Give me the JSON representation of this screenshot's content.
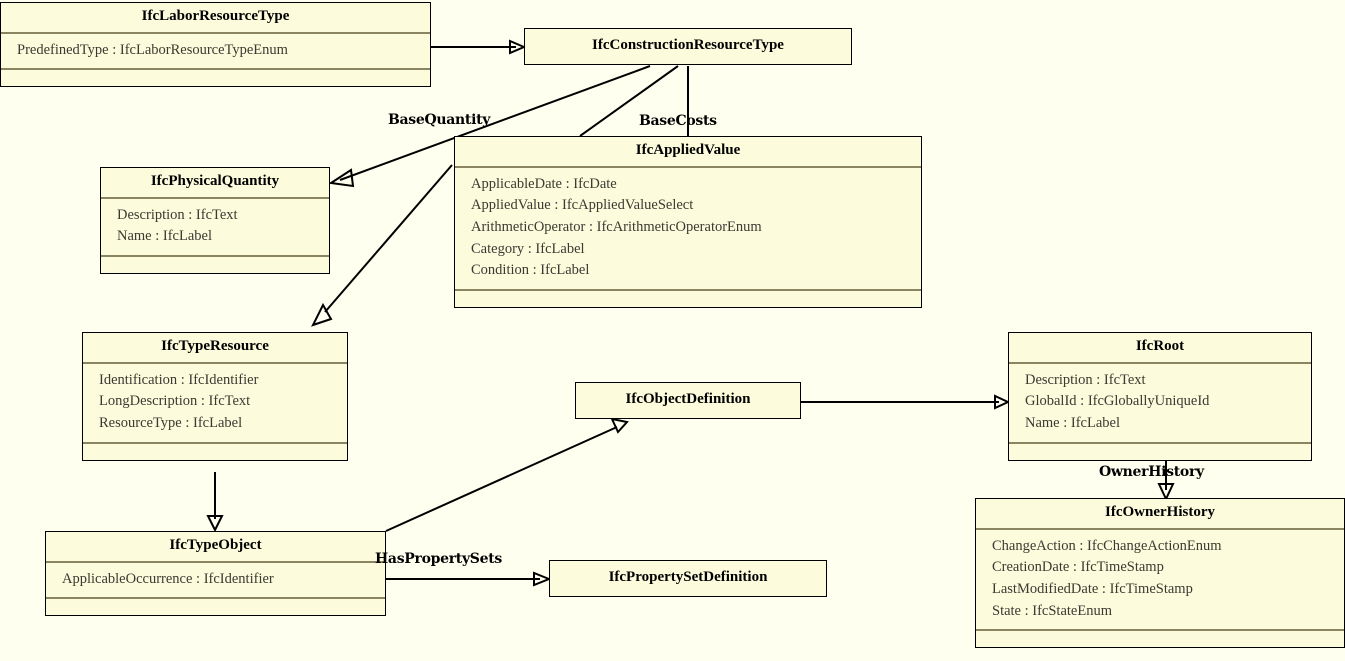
{
  "diagram": {
    "type": "uml-class-diagram",
    "title": "IFC Labor Resource Type class diagram",
    "background_color": "#fffff0",
    "class_fill_color": "#fcfbdc",
    "class_border_color": "#000000",
    "separator_color": "#8a8560"
  },
  "classes": [
    {
      "id": "IfcLaborResourceType",
      "name": "IfcLaborResourceType",
      "attributes": [
        "PredefinedType : IfcLaborResourceTypeEnum"
      ],
      "operations": []
    },
    {
      "id": "IfcConstructionResourceType",
      "name": "IfcConstructionResourceType",
      "attributes": [],
      "operations": []
    },
    {
      "id": "IfcAppliedValue",
      "name": "IfcAppliedValue",
      "attributes": [
        "ApplicableDate : IfcDate",
        "AppliedValue : IfcAppliedValueSelect",
        "ArithmeticOperator : IfcArithmeticOperatorEnum",
        "Category : IfcLabel",
        "Condition : IfcLabel"
      ],
      "operations": []
    },
    {
      "id": "IfcPhysicalQuantity",
      "name": "IfcPhysicalQuantity",
      "attributes": [
        "Description : IfcText",
        "Name : IfcLabel"
      ],
      "operations": []
    },
    {
      "id": "IfcTypeResource",
      "name": "IfcTypeResource",
      "attributes": [
        "Identification : IfcIdentifier",
        "LongDescription : IfcText",
        "ResourceType : IfcLabel"
      ],
      "operations": []
    },
    {
      "id": "IfcObjectDefinition",
      "name": "IfcObjectDefinition",
      "attributes": [],
      "operations": []
    },
    {
      "id": "IfcRoot",
      "name": "IfcRoot",
      "attributes": [
        "Description : IfcText",
        "GlobalId : IfcGloballyUniqueId",
        "Name : IfcLabel"
      ],
      "operations": []
    },
    {
      "id": "IfcOwnerHistory",
      "name": "IfcOwnerHistory",
      "attributes": [
        "ChangeAction : IfcChangeActionEnum",
        "CreationDate : IfcTimeStamp",
        "LastModifiedDate : IfcTimeStamp",
        "State : IfcStateEnum"
      ],
      "operations": []
    },
    {
      "id": "IfcTypeObject",
      "name": "IfcTypeObject",
      "attributes": [
        "ApplicableOccurrence : IfcIdentifier"
      ],
      "operations": []
    },
    {
      "id": "IfcPropertySetDefinition",
      "name": "IfcPropertySetDefinition",
      "attributes": [],
      "operations": []
    }
  ],
  "edge_labels": {
    "base_quantity": "BaseQuantity",
    "base_costs": "BaseCosts",
    "owner_history": "OwnerHistory",
    "has_property_sets": "HasPropertySets"
  },
  "relationships": [
    {
      "from": "IfcLaborResourceType",
      "to": "IfcConstructionResourceType",
      "kind": "generalization",
      "label": ""
    },
    {
      "from": "IfcConstructionResourceType",
      "to": "IfcPhysicalQuantity",
      "kind": "association",
      "label": "BaseQuantity"
    },
    {
      "from": "IfcConstructionResourceType",
      "to": "IfcAppliedValue",
      "kind": "association",
      "label": "BaseCosts"
    },
    {
      "from": "IfcConstructionResourceType",
      "to": "IfcTypeResource",
      "kind": "generalization",
      "label": ""
    },
    {
      "from": "IfcTypeResource",
      "to": "IfcTypeObject",
      "kind": "generalization",
      "label": ""
    },
    {
      "from": "IfcTypeObject",
      "to": "IfcObjectDefinition",
      "kind": "generalization",
      "label": ""
    },
    {
      "from": "IfcObjectDefinition",
      "to": "IfcRoot",
      "kind": "generalization",
      "label": ""
    },
    {
      "from": "IfcRoot",
      "to": "IfcOwnerHistory",
      "kind": "association",
      "label": "OwnerHistory"
    },
    {
      "from": "IfcTypeObject",
      "to": "IfcPropertySetDefinition",
      "kind": "association",
      "label": "HasPropertySets"
    }
  ]
}
